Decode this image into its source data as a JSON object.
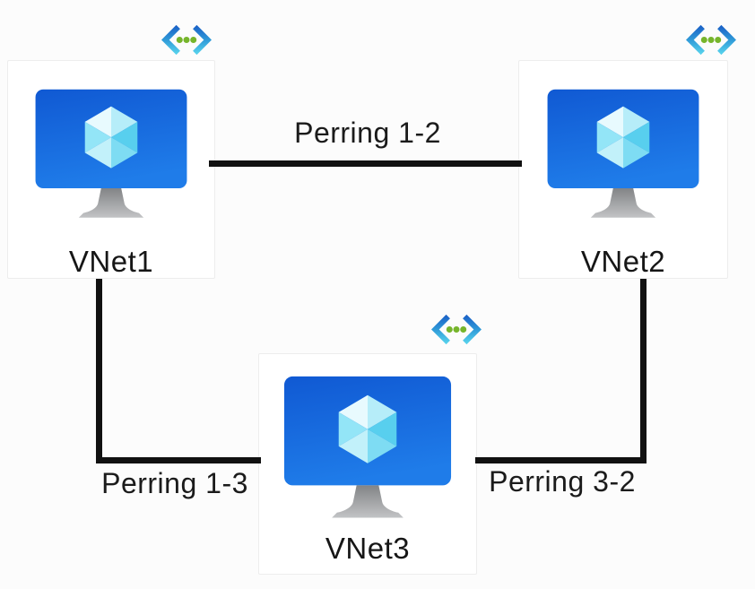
{
  "diagram": {
    "type": "azure-vnet-peering-topology",
    "nodes": [
      {
        "label": "VNet1",
        "icon": "vnet-monitor-icon",
        "badge": "virtual-network-icon"
      },
      {
        "label": "VNet2",
        "icon": "vnet-monitor-icon",
        "badge": "virtual-network-icon"
      },
      {
        "label": "VNet3",
        "icon": "vnet-monitor-icon",
        "badge": "virtual-network-icon"
      }
    ],
    "links": [
      {
        "label": "Perring 1-2",
        "from": "VNet1",
        "to": "VNet2",
        "shape": "horizontal"
      },
      {
        "label": "Perring 1-3",
        "from": "VNet1",
        "to": "VNet3",
        "shape": "elbow-down-right"
      },
      {
        "label": "Perring 3-2",
        "from": "VNet3",
        "to": "VNet2",
        "shape": "elbow-down-left"
      }
    ]
  },
  "colors": {
    "background": "#fcfcfc",
    "card_background": "#ffffff",
    "card_border": "#ededed",
    "connector": "#111111",
    "label_text": "#1b1b1b",
    "screen_blue_top": "#1059d3",
    "screen_blue_bottom": "#1f7ce9",
    "cube_lightest": "#e8fafe",
    "cube_light": "#b6edf9",
    "cube_mid": "#93e5f7",
    "cube_dark": "#58cfee",
    "stand_gray_dark": "#828486",
    "stand_gray_light": "#c2c3c5",
    "chevron_blue": "#1c65c8",
    "chevron_cyan": "#55cfeb",
    "dot_green": "#76b52b"
  }
}
